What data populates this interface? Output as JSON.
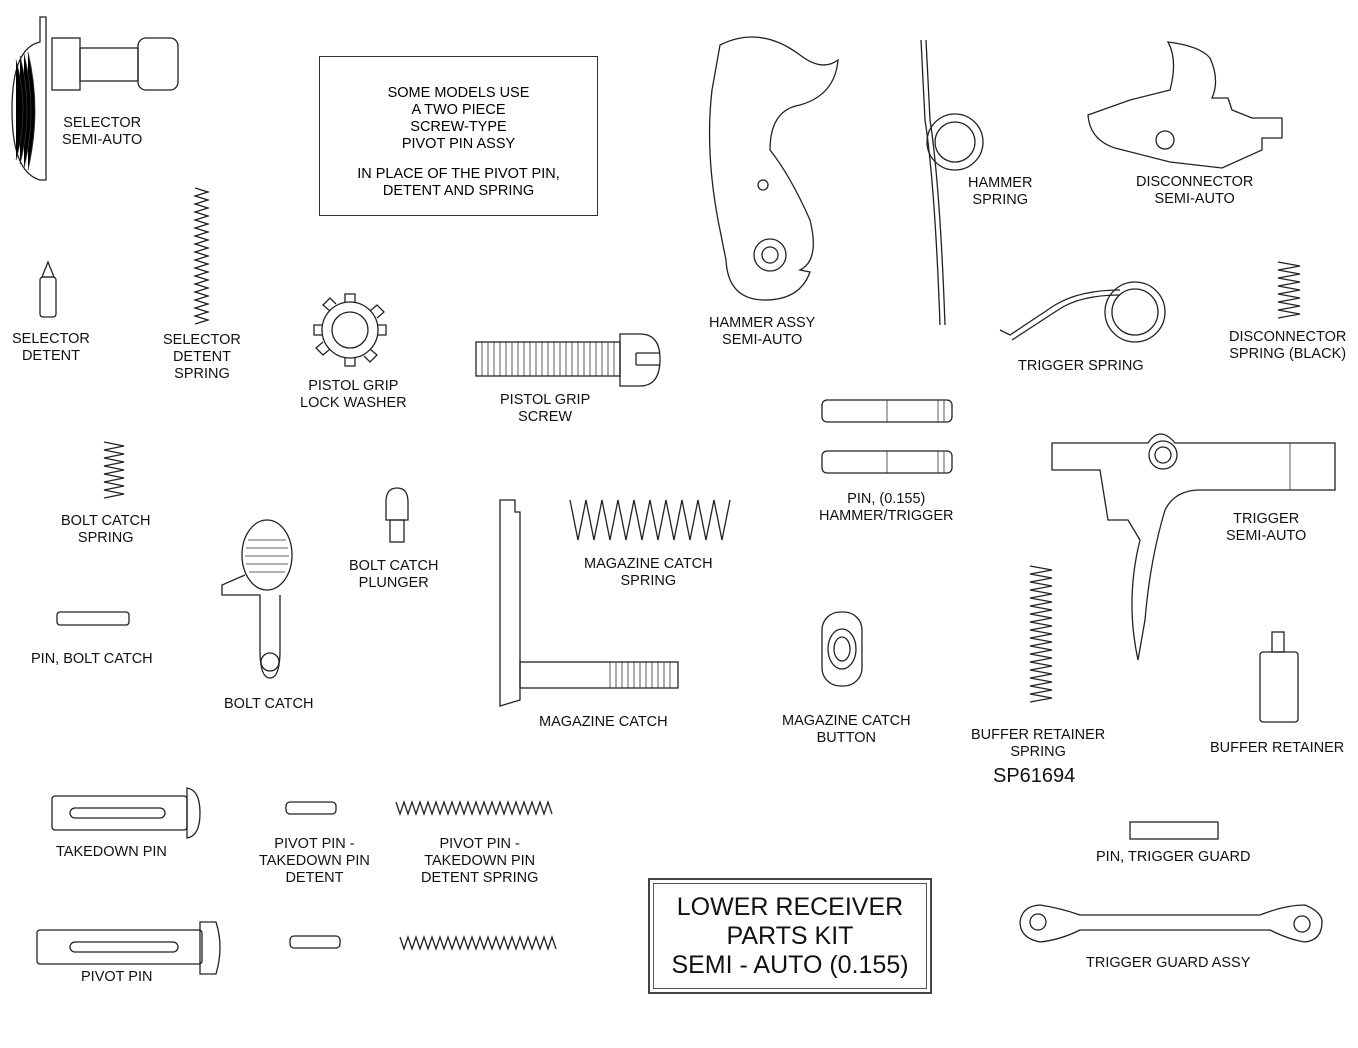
{
  "note": {
    "lines1": [
      "SOME MODELS USE",
      "A TWO PIECE",
      "SCREW-TYPE",
      "PIVOT PIN ASSY"
    ],
    "lines2": [
      "IN PLACE OF THE PIVOT PIN,",
      "DETENT AND SPRING"
    ]
  },
  "title": {
    "line1": "LOWER RECEIVER",
    "line2": "PARTS KIT",
    "line3": "SEMI - AUTO (0.155)"
  },
  "part_number": "SP61694",
  "parts": {
    "selector": [
      "SELECTOR",
      "SEMI-AUTO"
    ],
    "selector_detent": [
      "SELECTOR",
      "DETENT"
    ],
    "selector_detent_spring": [
      "SELECTOR",
      "DETENT",
      "SPRING"
    ],
    "pistol_grip_lock_washer": [
      "PISTOL GRIP",
      "LOCK WASHER"
    ],
    "pistol_grip_screw": [
      "PISTOL GRIP",
      "SCREW"
    ],
    "hammer_assy": [
      "HAMMER ASSY",
      "SEMI-AUTO"
    ],
    "hammer_spring": [
      "HAMMER",
      "SPRING"
    ],
    "disconnector": [
      "DISCONNECTOR",
      "SEMI-AUTO"
    ],
    "trigger_spring": [
      "TRIGGER SPRING"
    ],
    "disconnector_spring": [
      "DISCONNECTOR",
      "SPRING (BLACK)"
    ],
    "pin_hammer_trigger": [
      "PIN, (0.155)",
      "HAMMER/TRIGGER"
    ],
    "bolt_catch_spring": [
      "BOLT CATCH",
      "SPRING"
    ],
    "bolt_catch_plunger": [
      "BOLT CATCH",
      "PLUNGER"
    ],
    "magazine_catch_spring": [
      "MAGAZINE CATCH",
      "SPRING"
    ],
    "trigger": [
      "TRIGGER",
      "SEMI-AUTO"
    ],
    "pin_bolt_catch": [
      "PIN, BOLT CATCH"
    ],
    "bolt_catch": [
      "BOLT CATCH"
    ],
    "magazine_catch": [
      "MAGAZINE CATCH"
    ],
    "magazine_catch_button": [
      "MAGAZINE CATCH",
      "BUTTON"
    ],
    "buffer_retainer_spring": [
      "BUFFER RETAINER",
      "SPRING"
    ],
    "buffer_retainer": [
      "BUFFER RETAINER"
    ],
    "takedown_pin": [
      "TAKEDOWN PIN"
    ],
    "pivot_pin_takedown_pin_detent": [
      "PIVOT PIN -",
      "TAKEDOWN PIN",
      "DETENT"
    ],
    "pivot_pin_takedown_pin_detent_spring": [
      "PIVOT PIN -",
      "TAKEDOWN PIN",
      "DETENT SPRING"
    ],
    "pin_trigger_guard": [
      "PIN, TRIGGER GUARD"
    ],
    "pivot_pin": [
      "PIVOT PIN"
    ],
    "trigger_guard_assy": [
      "TRIGGER GUARD ASSY"
    ]
  }
}
